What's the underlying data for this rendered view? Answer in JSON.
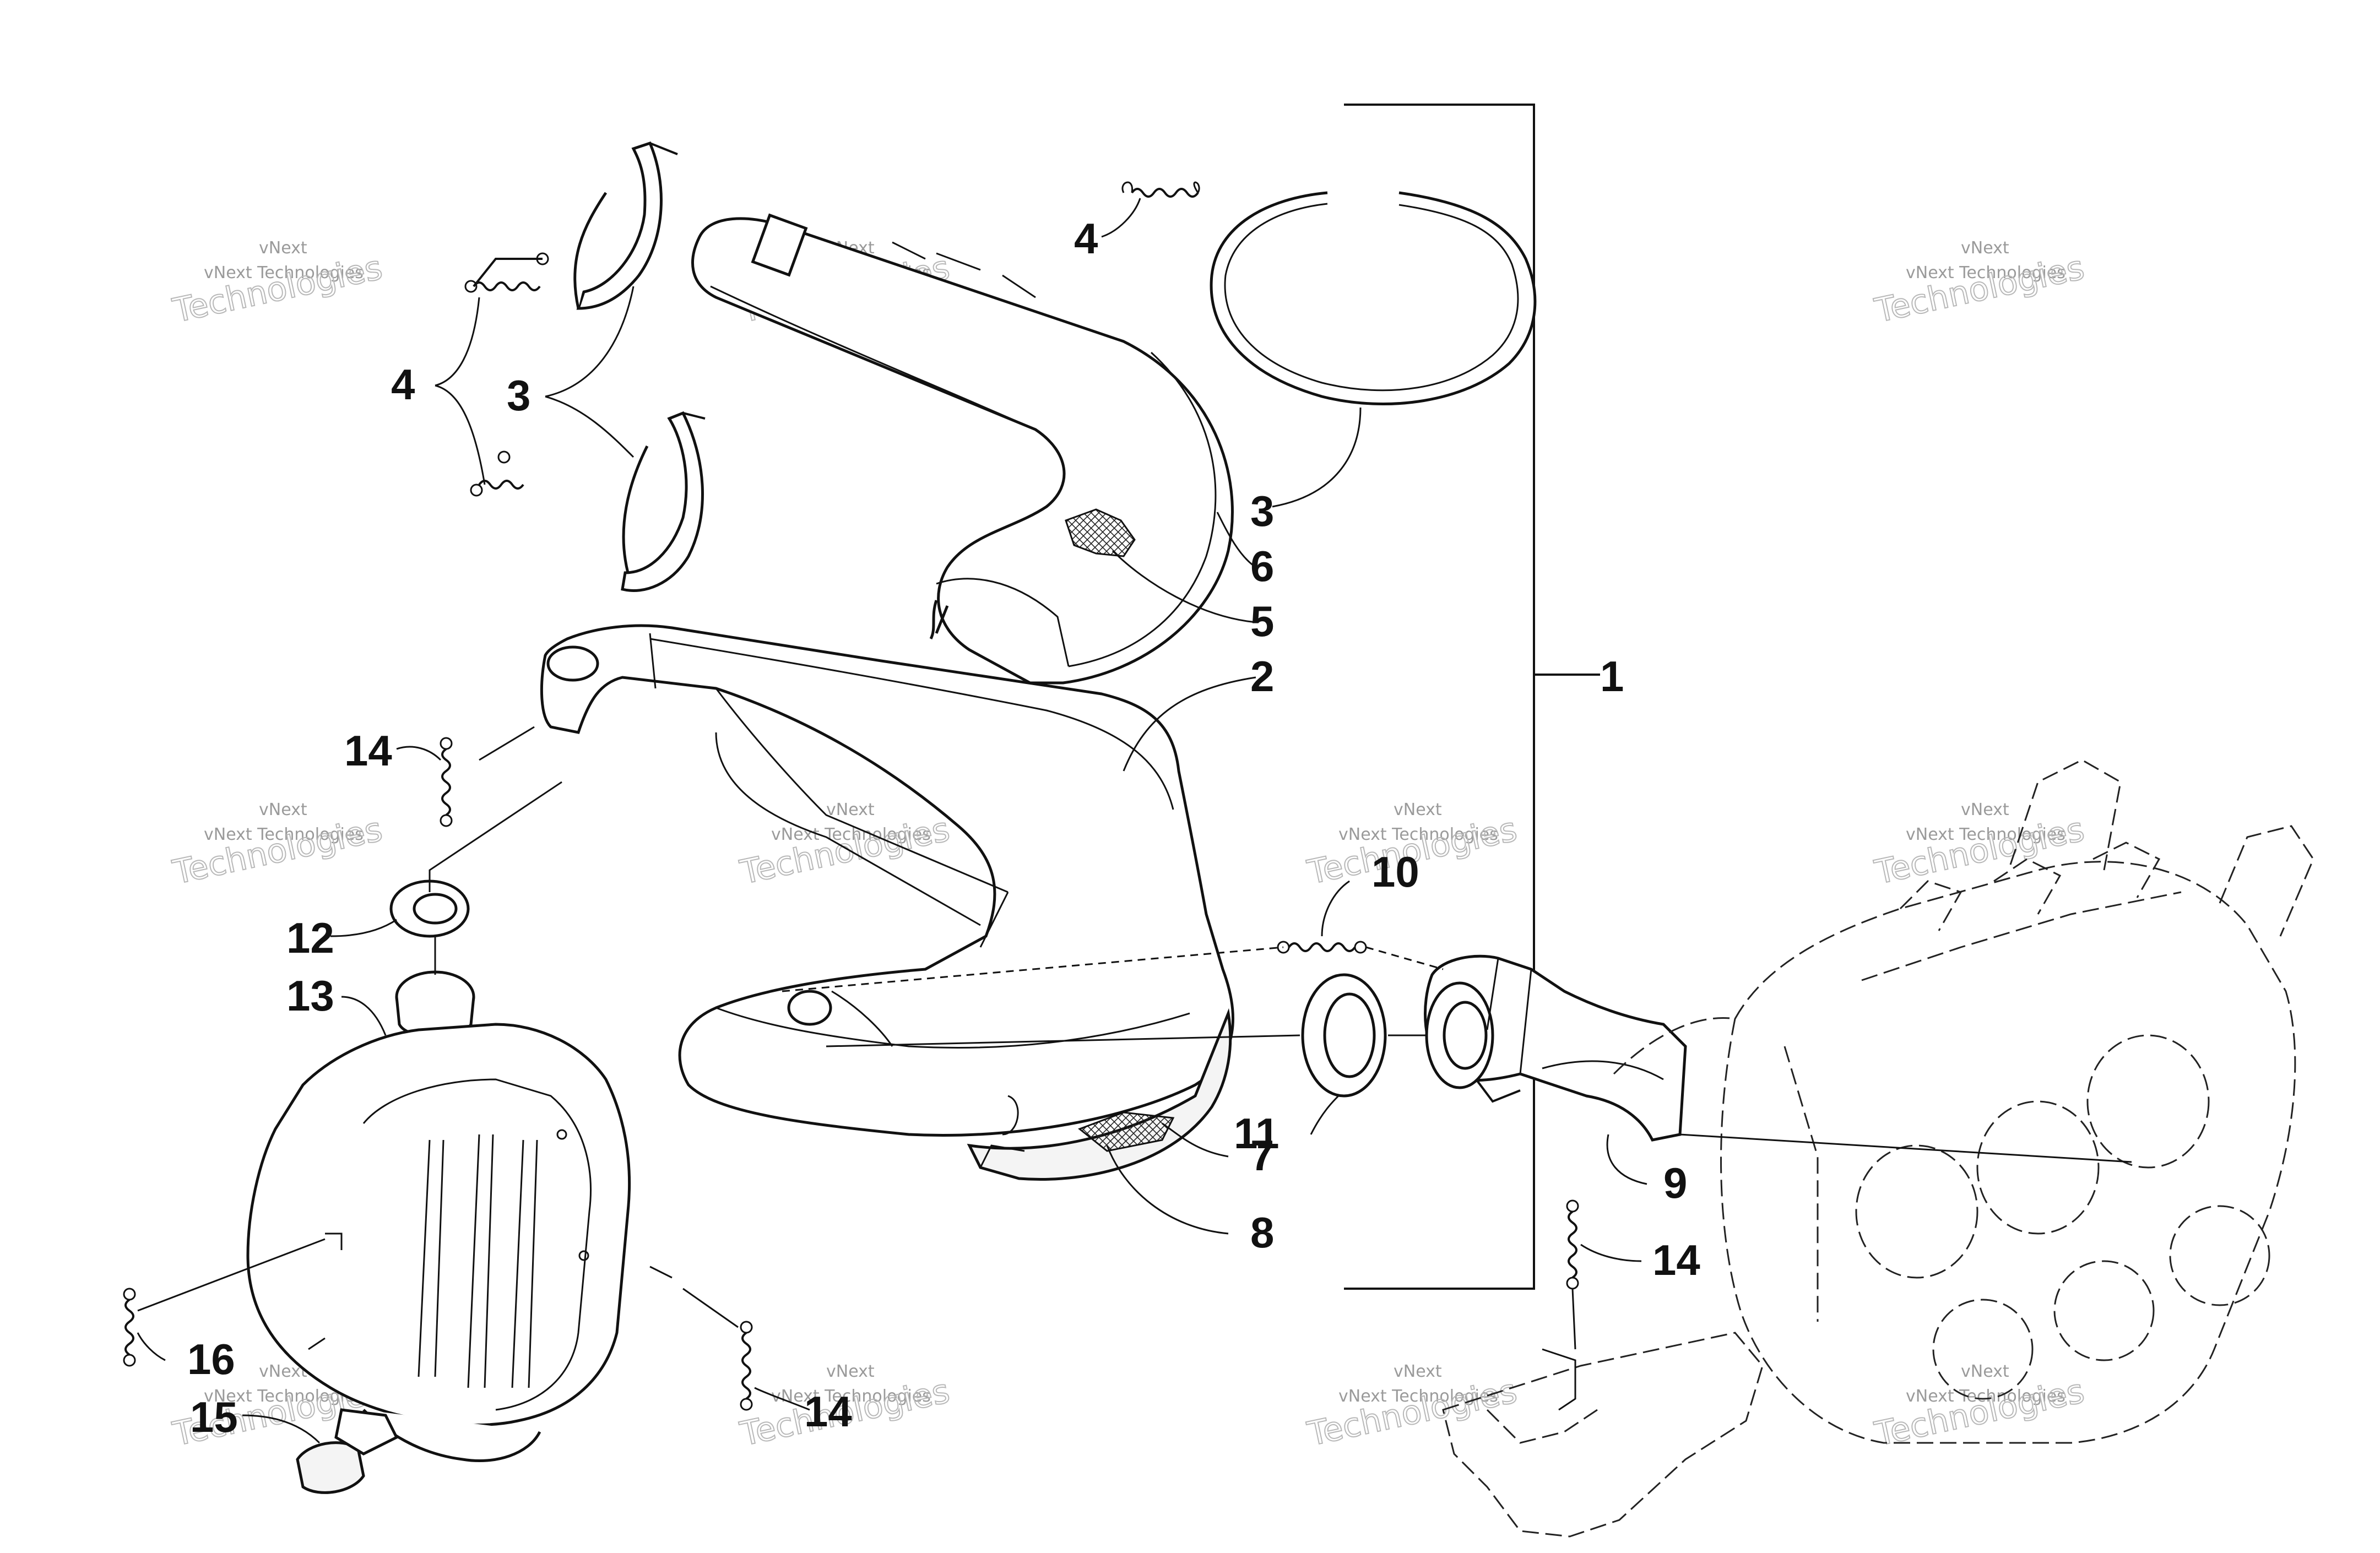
{
  "callouts": [
    {
      "id": "1",
      "label": "1"
    },
    {
      "id": "2",
      "label": "2"
    },
    {
      "id": "3a",
      "label": "3"
    },
    {
      "id": "3b",
      "label": "3"
    },
    {
      "id": "4a",
      "label": "4"
    },
    {
      "id": "4b",
      "label": "4"
    },
    {
      "id": "5",
      "label": "5"
    },
    {
      "id": "6",
      "label": "6"
    },
    {
      "id": "7",
      "label": "7"
    },
    {
      "id": "8",
      "label": "8"
    },
    {
      "id": "9",
      "label": "9"
    },
    {
      "id": "10",
      "label": "10"
    },
    {
      "id": "11",
      "label": "11"
    },
    {
      "id": "12",
      "label": "12"
    },
    {
      "id": "13",
      "label": "13"
    },
    {
      "id": "14a",
      "label": "14"
    },
    {
      "id": "14b",
      "label": "14"
    },
    {
      "id": "14c",
      "label": "14"
    },
    {
      "id": "15",
      "label": "15"
    },
    {
      "id": "16",
      "label": "16"
    }
  ],
  "watermark": {
    "line1": "vNext",
    "line2": "vNext Technologies",
    "line3": "Technologies"
  }
}
